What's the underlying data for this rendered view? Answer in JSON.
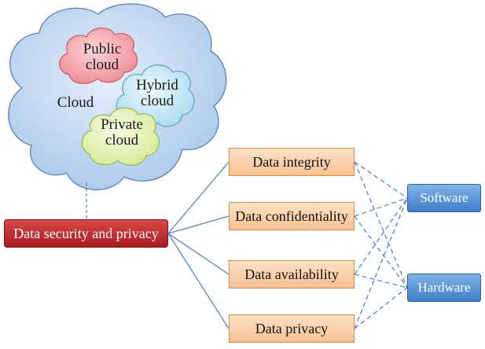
{
  "clouds": {
    "main": "Cloud",
    "public": [
      "Public",
      "cloud"
    ],
    "hybrid": [
      "Hybrid",
      "cloud"
    ],
    "private": [
      "Private",
      "cloud"
    ]
  },
  "root": "Data security and privacy",
  "aspects": [
    "Data integrity",
    "Data confidentiality",
    "Data availability",
    "Data privacy"
  ],
  "layers": [
    "Software",
    "Hardware"
  ],
  "colors": {
    "main_cloud": "#b9d3ef",
    "public_cloud": "#f4a8ad",
    "hybrid_cloud": "#bde6f4",
    "private_cloud": "#e3f1b4",
    "aspect_box": "#f9cfa8",
    "layer_box": "#4d89d0",
    "root_box": "#c2282b",
    "connector": "#5b84b8"
  }
}
